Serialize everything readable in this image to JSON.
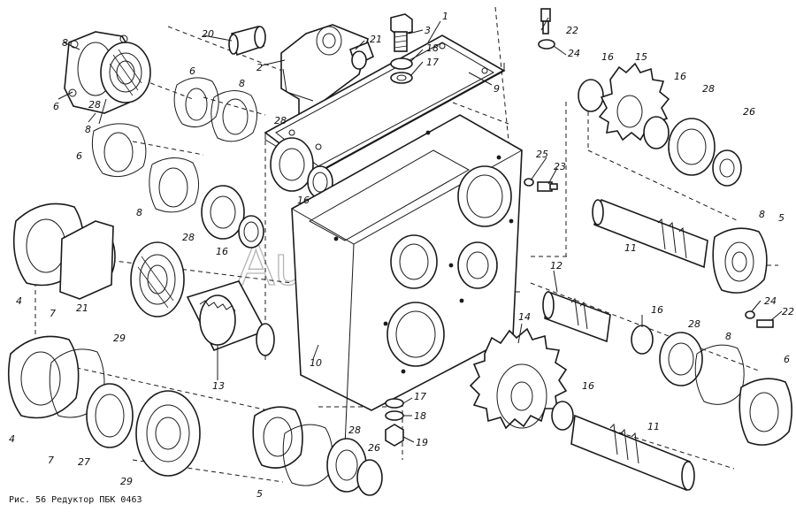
{
  "caption": "Рис. 56  Редуктор ПБК 0463",
  "watermark": "AutoSoft",
  "callouts": {
    "c1": "1",
    "c2": "2",
    "c3": "3",
    "c4a": "4",
    "c4b": "4",
    "c5a": "5",
    "c5b": "5",
    "c6a": "6",
    "c6b": "6",
    "c6c": "6",
    "c6d": "6",
    "c7a": "7",
    "c7b": "7",
    "c8a": "8",
    "c8b": "8",
    "c8c": "8",
    "c8d": "8",
    "c8e": "8",
    "c8f": "8",
    "c9": "9",
    "c10": "10",
    "c11a": "11",
    "c11b": "11",
    "c12": "12",
    "c13": "13",
    "c14": "14",
    "c15": "15",
    "c16a": "16",
    "c16b": "16",
    "c16c": "16",
    "c16d": "16",
    "c16e": "16",
    "c16f": "16",
    "c17a": "17",
    "c17b": "17",
    "c18a": "18",
    "c18b": "18",
    "c19": "19",
    "c20": "20",
    "c21a": "21",
    "c21b": "21",
    "c22a": "22",
    "c22b": "22",
    "c23": "23",
    "c24a": "24",
    "c24b": "24",
    "c25": "25",
    "c26a": "26",
    "c26b": "26",
    "c27a": "27",
    "c28a": "28",
    "c28b": "28",
    "c28c": "28",
    "c28d": "28",
    "c28e": "28",
    "c28f": "28",
    "c29a": "29",
    "c29b": "29"
  }
}
